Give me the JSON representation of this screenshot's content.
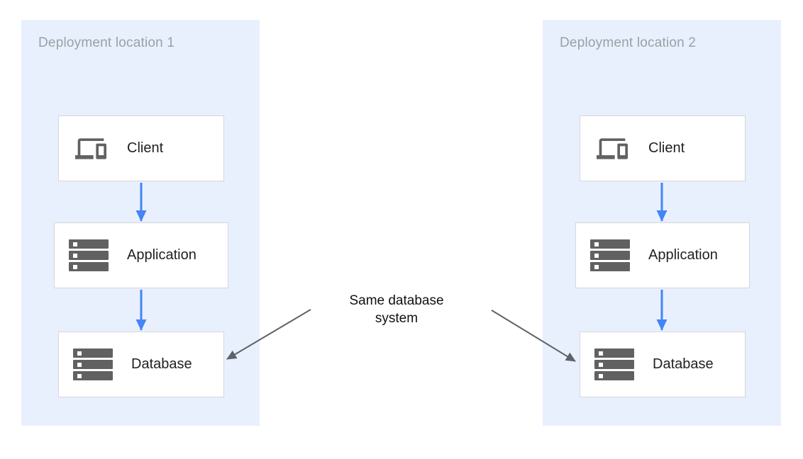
{
  "panels": [
    {
      "title": "Deployment location 1",
      "nodes": [
        {
          "label": "Client",
          "icon": "devices-icon"
        },
        {
          "label": "Application",
          "icon": "server-stack-icon"
        },
        {
          "label": "Database",
          "icon": "server-stack-icon"
        }
      ]
    },
    {
      "title": "Deployment location 2",
      "nodes": [
        {
          "label": "Client",
          "icon": "devices-icon"
        },
        {
          "label": "Application",
          "icon": "server-stack-icon"
        },
        {
          "label": "Database",
          "icon": "server-stack-icon"
        }
      ]
    }
  ],
  "annotation": {
    "text": "Same database system"
  },
  "colors": {
    "panel_background": "#e8f0fe",
    "flow_arrow": "#4285f4",
    "annotation_arrow": "#5f6368",
    "icon_gray": "#616161",
    "panel_title": "#9aa0a6",
    "node_label": "#212121",
    "node_border": "#d6d6d6",
    "annotation_text": "#111111"
  }
}
